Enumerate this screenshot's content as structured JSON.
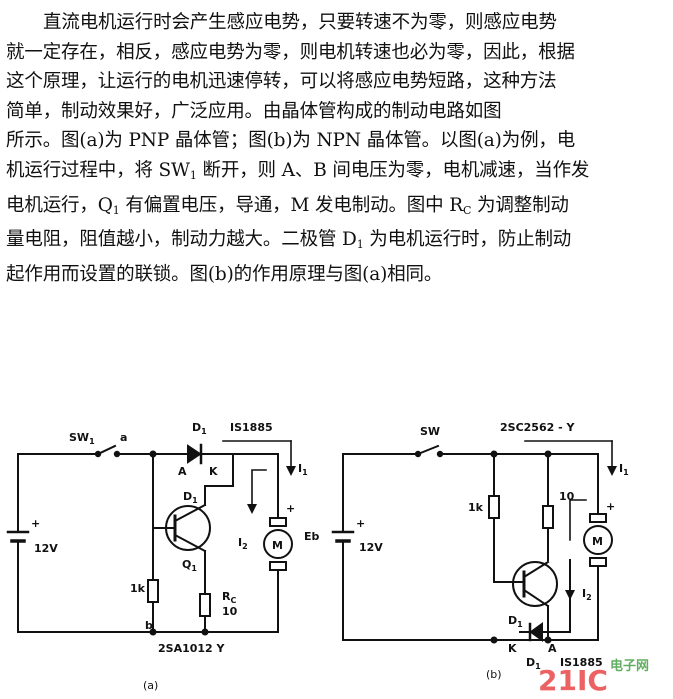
{
  "text": {
    "l1": "直流电机运行时会产生感应电势，只要转速不为零，则感应电势",
    "l2": "就一定存在，相反，感应电势为零，则电机转速也必为零，因此，根据",
    "l3": "这个原理，让运行的电机迅速停转，可以将感应电势短路，这种方法",
    "l4": "简单，制动效果好，广泛应用。由晶体管构成的制动电路如图",
    "l5": "所示。图(a)为 PNP 晶体管；图(b)为 NPN 晶体管。以图(a)为例，电",
    "l6a": "机运行过程中，将 SW",
    "l6s": "1",
    "l6b": " 断开，则 A、B 间电压为零，电机减速，当作发",
    "l7a": "电机运行，Q",
    "l7s": "1",
    "l7b": " 有偏置电压，导通，M 发电制动。图中 R",
    "l7s2": "C",
    "l7c": " 为调整制动",
    "l8a": "量电阻，阻值越小，制动力越大。二极管 D",
    "l8s": "1",
    "l8b": " 为电机运行时，防止制动",
    "l9": "起作用而设置的联锁。图(b)的作用原理与图(a)相同。"
  },
  "circuit_a": {
    "sw": "SW",
    "sw_sub": "1",
    "node_a": "a",
    "d1": "D",
    "d1_sub": "1",
    "diode": "IS1885",
    "i1": "I",
    "i1_sub": "1",
    "anode": "A",
    "cathode": "K",
    "q_d": "D",
    "q_d_sub": "1",
    "q": "Q",
    "q_sub": "1",
    "i2": "I",
    "i2_sub": "2",
    "plus_motor": "+",
    "motor": "M",
    "plus_batt": "+",
    "voltage": "12V",
    "r1": "1k",
    "rc": "R",
    "rc_sub": "C",
    "rc_val": "10",
    "node_b": "b",
    "transistor": "2SA1012  Y",
    "caption": "(a)"
  },
  "circuit_b": {
    "sw": "SW",
    "transistor": "2SC2562 - Y",
    "i1": "I",
    "i1_sub": "1",
    "r1": "1k",
    "r2": "10",
    "plus_motor": "+",
    "motor": "M",
    "eb": "Eb",
    "plus_batt": "+",
    "voltage": "12V",
    "i2": "I",
    "i2_sub": "2",
    "d1": "D",
    "d1_sub": "1",
    "cathode": "K",
    "anode": "A",
    "d1b": "D",
    "d1b_sub": "1",
    "diode": "IS1885",
    "caption": "(b)"
  },
  "watermark": {
    "text": "21IC",
    "text2": "电子网",
    "color_1": "#e83a3a",
    "color_2": "#3a9a3a"
  }
}
